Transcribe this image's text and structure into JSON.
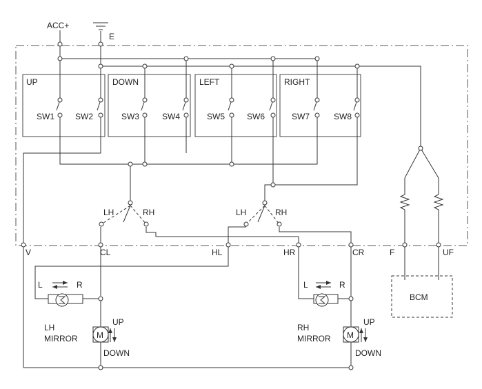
{
  "power": {
    "acc": "ACC+",
    "ground": "E"
  },
  "switch_groups": [
    {
      "title": "UP",
      "switches": [
        "SW1",
        "SW2"
      ]
    },
    {
      "title": "DOWN",
      "switches": [
        "SW3",
        "SW4"
      ]
    },
    {
      "title": "LEFT",
      "switches": [
        "SW5",
        "SW6"
      ]
    },
    {
      "title": "RIGHT",
      "switches": [
        "SW7",
        "SW8"
      ]
    }
  ],
  "selector_left": {
    "lh": "LH",
    "rh": "RH"
  },
  "selector_right": {
    "lh": "LH",
    "rh": "RH"
  },
  "terminals": {
    "v": "V",
    "cl": "CL",
    "hl": "HL",
    "hr": "HR",
    "cr": "CR",
    "f": "F",
    "uf": "UF"
  },
  "lh_mirror": {
    "l": "L",
    "r": "R",
    "up": "UP",
    "down": "DOWN",
    "line1": "LH",
    "line2": "MIRROR",
    "motor_symbol": "M"
  },
  "rh_mirror": {
    "l": "L",
    "r": "R",
    "up": "UP",
    "down": "DOWN",
    "line1": "RH",
    "line2": "MIRROR",
    "motor_symbol": "M"
  },
  "bcm": {
    "label": "BCM"
  },
  "colors": {
    "wire": "#333333",
    "outline": "#555555",
    "background": "#ffffff"
  }
}
